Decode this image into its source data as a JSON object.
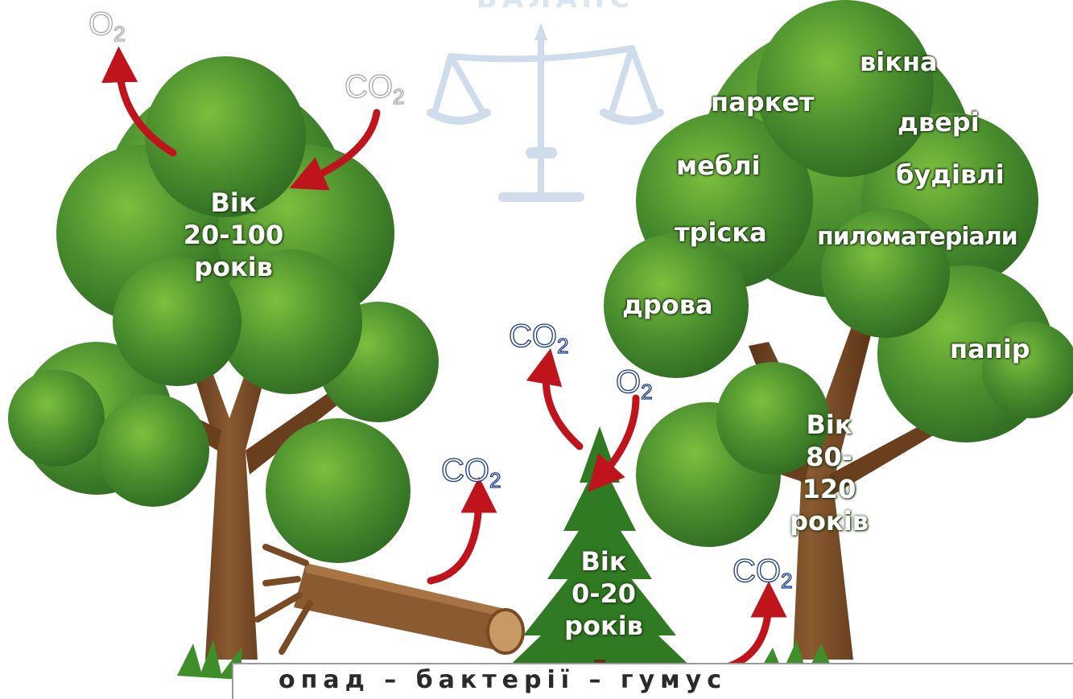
{
  "header": {
    "partial_title": "БАЛАНС"
  },
  "gases": {
    "o2_main": "O",
    "o2_sub": "2",
    "co2_main": "CO",
    "co2_sub": "2"
  },
  "left_tree": {
    "age_line1": "Вік",
    "age_line2": "20-100",
    "age_line3": "років"
  },
  "right_tree": {
    "products": [
      "вікна",
      "паркет",
      "двері",
      "меблі",
      "будівлі",
      "тріска",
      "пиломатеріали",
      "дрова",
      "папір"
    ],
    "age_line1": "Вік",
    "age_line2": "80-",
    "age_line3": "120",
    "age_line4": "років"
  },
  "young_tree": {
    "age_line1": "Вік",
    "age_line2": "0-20",
    "age_line3": "років"
  },
  "cycle_text": "опад – бактерії – гумус",
  "colors": {
    "foliage_dark": "#2f6b22",
    "foliage": "#4a8f2e",
    "foliage_light": "#7cbf3e",
    "trunk": "#7a4a24",
    "arrow": "#c0141c",
    "scale": "#cfdcec",
    "gas_blue_outline": "#1a3a8a"
  }
}
